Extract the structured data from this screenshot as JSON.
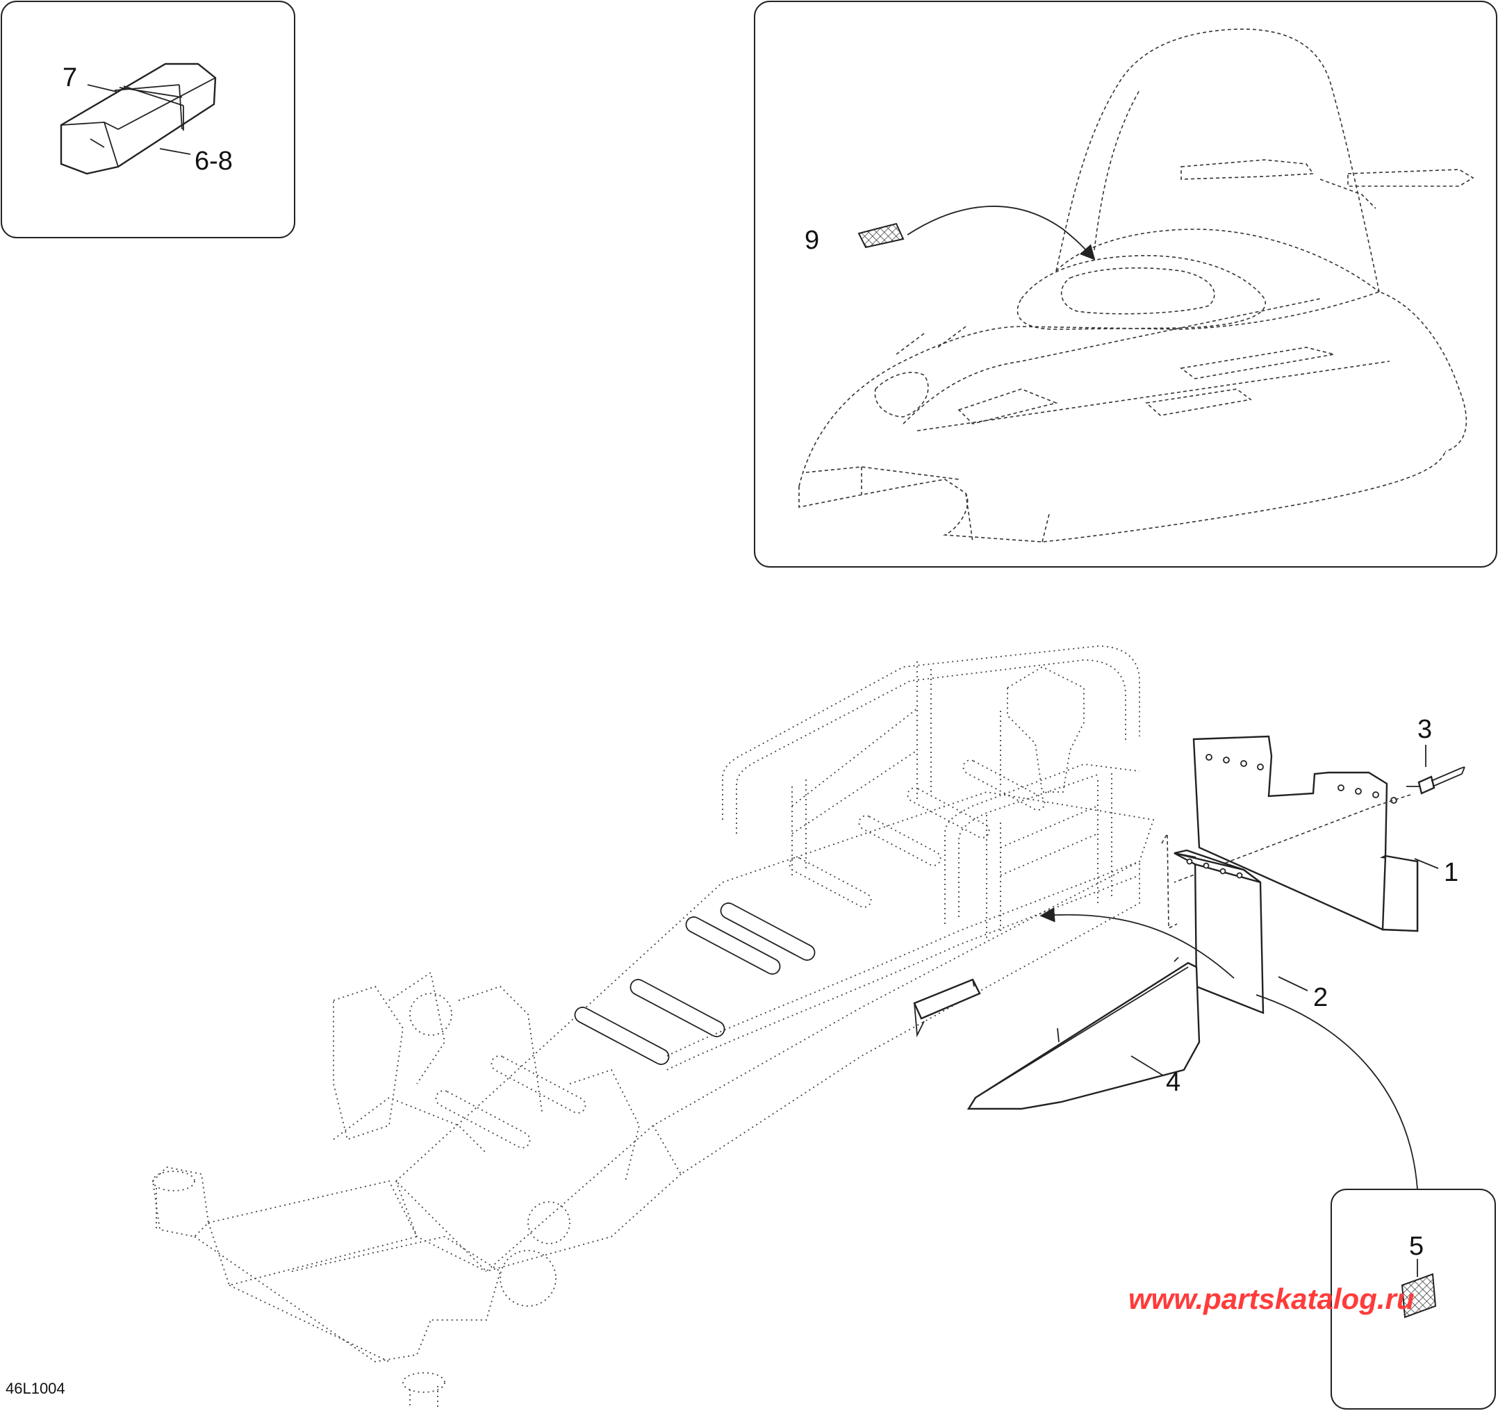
{
  "diagram": {
    "code": "46L1004",
    "watermark": "www.partskatalog.ru",
    "callouts": {
      "c1": "1",
      "c2": "2",
      "c3": "3",
      "c4": "4",
      "c5": "5",
      "c6_8": "6-8",
      "c7": "7",
      "c9": "9"
    }
  }
}
